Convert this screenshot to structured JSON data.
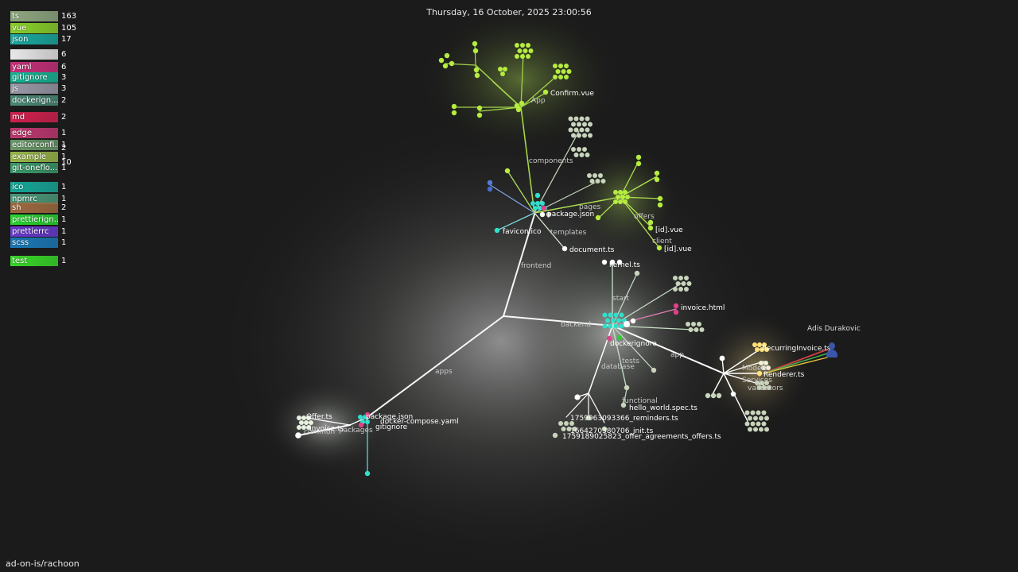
{
  "datetime": "Thursday, 16 October, 2025 23:00:56",
  "repository": "ad-on-is/rachoon",
  "user": {
    "name": "Adis Durakovic",
    "icon": "user-icon"
  },
  "legend": [
    {
      "ext": "ts",
      "count": "163",
      "color": "#8fa880"
    },
    {
      "ext": "vue",
      "count": "105",
      "color": "#8ad12a"
    },
    {
      "ext": "json",
      "count": "17",
      "color": "#1aa8a0"
    },
    {
      "ext": "",
      "count": "6",
      "color": "#e8e8e8"
    },
    {
      "ext": "yaml",
      "count": "6",
      "color": "#c8307a"
    },
    {
      "ext": "gitignore",
      "count": "3",
      "color": "#16b898"
    },
    {
      "ext": "js",
      "count": "3",
      "color": "#9a9aa8"
    },
    {
      "ext": "dockerign...",
      "count": "2",
      "color": "#4a8a78"
    },
    {
      "ext": "md",
      "count": "2",
      "color": "#d0204e"
    },
    {
      "ext": "edge",
      "count": "1",
      "color": "#c03870"
    },
    {
      "ext": "editorconfi...",
      "count": "1",
      "color": "#6a9a6a"
    },
    {
      "ext": "example",
      "count": "1",
      "color": "#9ab84a"
    },
    {
      "ext": "git-oneflo...",
      "count": "1",
      "color": "#3a9a6a"
    },
    {
      "ext": "ico",
      "count": "1",
      "color": "#16a898"
    },
    {
      "ext": "npmrc",
      "count": "1",
      "color": "#4a9a7a"
    },
    {
      "ext": "sh",
      "count": "2",
      "color": "#a06a40"
    },
    {
      "ext": "prettierign...",
      "count": "1",
      "color": "#28d830"
    },
    {
      "ext": "prettierrc",
      "count": "1",
      "color": "#6a3ad0"
    },
    {
      "ext": "scss",
      "count": "1",
      "color": "#1a7ab8"
    },
    {
      "ext": "test",
      "count": "1",
      "color": "#38d828"
    }
  ],
  "legend_overlap": [
    "2",
    "10"
  ],
  "graph": {
    "dir_labels": [
      "frontend",
      "apps",
      "backend",
      "components",
      "pages",
      "offers",
      "client",
      "App",
      "templates",
      "start",
      "database",
      "tests",
      "functional",
      "app",
      "Models",
      "Services",
      "validators",
      "packages",
      "common"
    ],
    "file_labels": [
      "Confirm.vue",
      "[id].vue",
      "[id].vue",
      "document.ts",
      "invoice.html",
      "kernel.ts",
      "dockerignore",
      "hello_world.spec.ts",
      "1759963093366_reminders.ts",
      "1664270380706_init.ts",
      "1759189025823_offer_agreements_offers.ts",
      "RecurringInvoice.ts",
      "Renderer.ts",
      "package.json",
      "gitignore",
      "favicon.ico",
      "package.json",
      "docker-compose.yaml",
      "Offer.ts",
      "Invoice.ts"
    ]
  }
}
